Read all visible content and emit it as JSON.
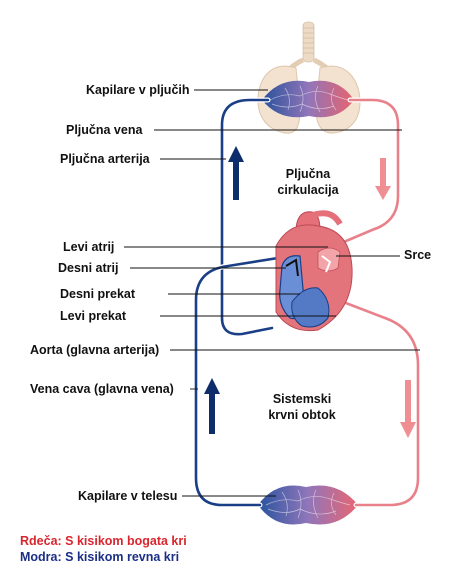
{
  "labels": {
    "capillaries_lungs": "Kapilare v pljučih",
    "pulmonary_vein": "Pljučna vena",
    "pulmonary_artery": "Pljučna arterija",
    "left_atrium": "Levi atrij",
    "right_atrium": "Desni atrij",
    "right_ventricle": "Desni prekat",
    "left_ventricle": "Levi prekat",
    "aorta": "Aorta (glavna arterija)",
    "vena_cava": "Vena cava (glavna vena)",
    "capillaries_body": "Kapilare v telesu",
    "heart": "Srce",
    "pulmonary_circulation_line1": "Pljučna",
    "pulmonary_circulation_line2": "cirkulacija",
    "systemic_circulation_line1": "Sistemski",
    "systemic_circulation_line2": "krvni obtok"
  },
  "legend": {
    "red_text": "Rdeča: S kisikom bogata kri",
    "blue_text": "Modra: S kisikom revna kri"
  },
  "colors": {
    "oxygen_rich": "#e8818a",
    "oxygen_rich_text": "#d9262e",
    "oxygen_poor": "#1a3f86",
    "oxygen_poor_text": "#1c2f86",
    "arrow_red": "#f08f93",
    "arrow_blue": "#0e2d6b"
  }
}
